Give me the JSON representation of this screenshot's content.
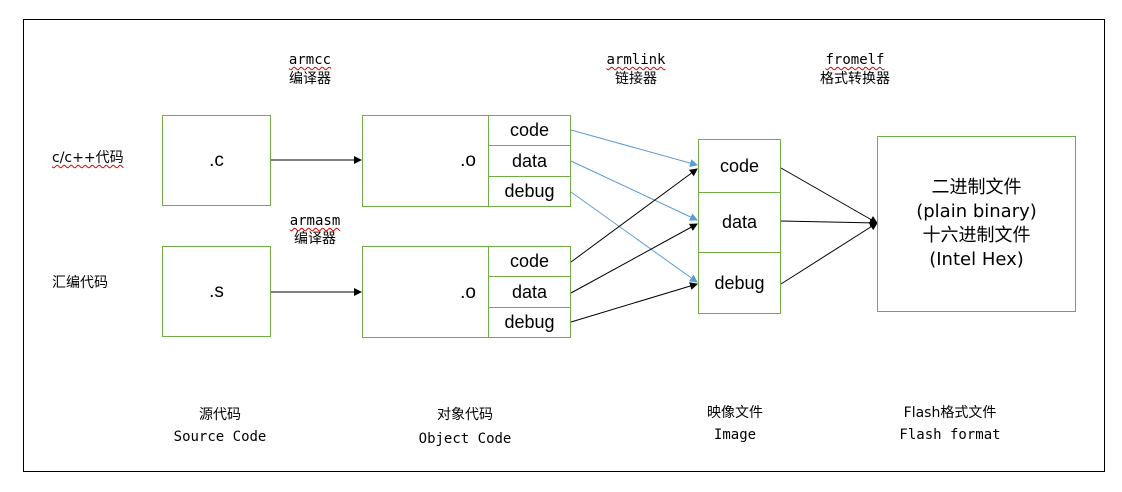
{
  "tools": {
    "compiler_c": {
      "name": "armcc",
      "desc": "编译器"
    },
    "compiler_asm": {
      "name": "armasm",
      "desc": "编译器"
    },
    "linker": {
      "name": "armlink",
      "desc": "链接器"
    },
    "converter": {
      "name": "fromelf",
      "desc": "格式转换器"
    }
  },
  "inputs": {
    "c_label": "c/c++代码",
    "asm_label": "汇编代码"
  },
  "source": {
    "c_file": ".c",
    "s_file": ".s"
  },
  "object": {
    "file": ".o",
    "sections": [
      "code",
      "data",
      "debug"
    ]
  },
  "image": {
    "sections": [
      "code",
      "data",
      "debug"
    ]
  },
  "flash": {
    "lines": [
      "二进制文件",
      "(plain binary)",
      "十六进制文件",
      "(Intel Hex)"
    ]
  },
  "captions": {
    "source": {
      "cn": "源代码",
      "en": "Source Code"
    },
    "object": {
      "cn": "对象代码",
      "en": "Object Code"
    },
    "image": {
      "cn": "映像文件",
      "en": "Image"
    },
    "flash": {
      "cn": "Flash格式文件",
      "en": "Flash format"
    }
  },
  "colors": {
    "box_border": "#70ad47",
    "arrow_blue": "#5b9bd5",
    "arrow_black": "#000000",
    "spell_squiggle": "#e00000"
  }
}
